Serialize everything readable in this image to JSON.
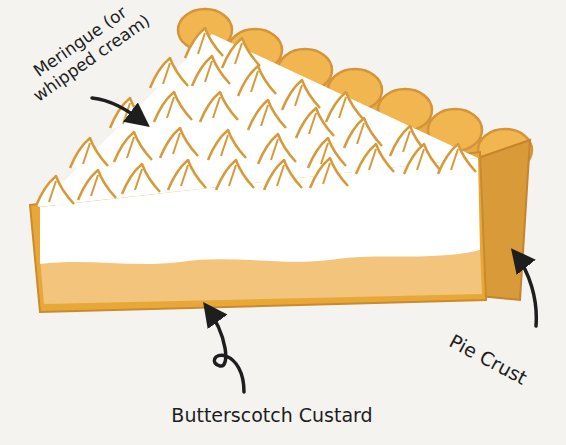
{
  "diagram": {
    "labels": [
      "Meringue (or whipped cream)",
      "Pie Crust",
      "Butterscotch Custard"
    ]
  }
}
